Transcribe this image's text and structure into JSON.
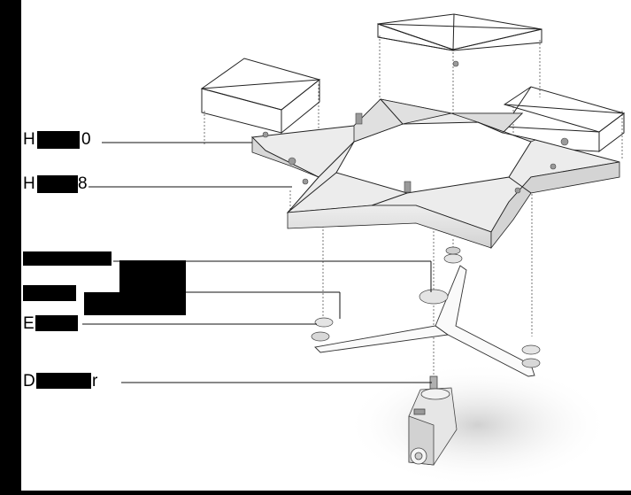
{
  "labels": {
    "hexagon_10": "H",
    "hexagon_10_tail": "0",
    "hexagon_8": "H",
    "hexagon_8_tail": "8",
    "e_label": "E",
    "d_label": "D",
    "d_label_tail": "r"
  },
  "colors": {
    "background": "#ffffff",
    "ink": "#000000",
    "panel_top": "#f4f4f4",
    "panel_side": "#e2e2e2",
    "panel_shade": "#c8c8c8"
  }
}
